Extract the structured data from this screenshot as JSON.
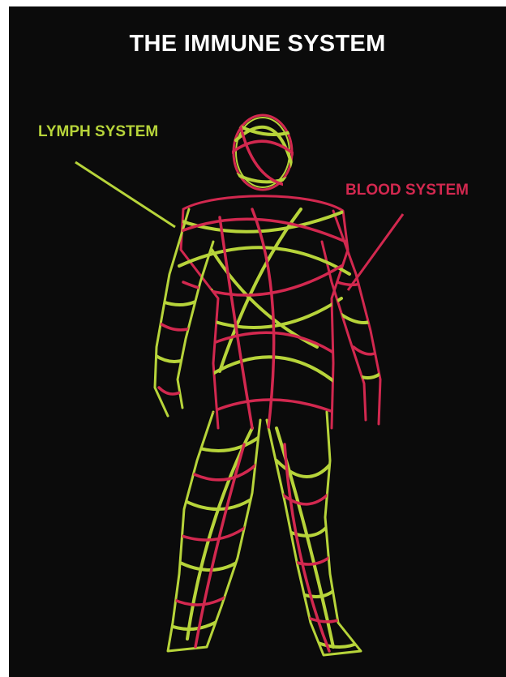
{
  "diagram": {
    "title": "THE IMMUNE SYSTEM",
    "labels": {
      "lymph": "LYMPH SYSTEM",
      "blood": "BLOOD SYSTEM"
    }
  },
  "colors": {
    "background": "#0b0b0b",
    "title": "#ffffff",
    "lymph": "#b7d43a",
    "blood": "#d2284f"
  }
}
